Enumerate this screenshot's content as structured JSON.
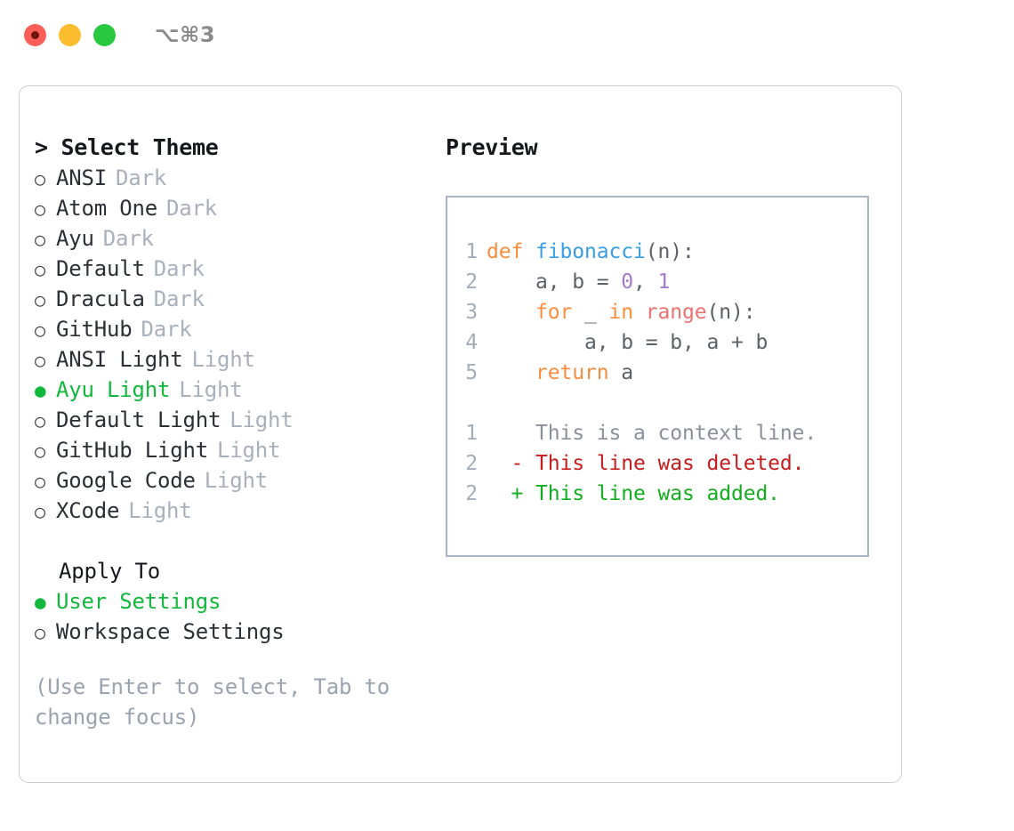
{
  "window": {
    "shortcut": "⌥⌘3",
    "traffic_lights": [
      {
        "name": "close",
        "color": "#fa5f57"
      },
      {
        "name": "minimize",
        "color": "#fbbd2e"
      },
      {
        "name": "maximize",
        "color": "#28c840"
      }
    ]
  },
  "theme_panel": {
    "title": "> Select Theme",
    "selected_bullet": "●",
    "unselected_bullet": "○",
    "accent_color": "#12b83c",
    "items": [
      {
        "label": "ANSI",
        "kind": "Dark",
        "selected": false
      },
      {
        "label": "Atom One",
        "kind": "Dark",
        "selected": false
      },
      {
        "label": "Ayu",
        "kind": "Dark",
        "selected": false
      },
      {
        "label": "Default",
        "kind": "Dark",
        "selected": false
      },
      {
        "label": "Dracula",
        "kind": "Dark",
        "selected": false
      },
      {
        "label": "GitHub",
        "kind": "Dark",
        "selected": false
      },
      {
        "label": "ANSI Light",
        "kind": "Light",
        "selected": false
      },
      {
        "label": "Ayu Light",
        "kind": "Light",
        "selected": true
      },
      {
        "label": "Default Light",
        "kind": "Light",
        "selected": false
      },
      {
        "label": "GitHub Light",
        "kind": "Light",
        "selected": false
      },
      {
        "label": "Google Code",
        "kind": "Light",
        "selected": false
      },
      {
        "label": "XCode",
        "kind": "Light",
        "selected": false
      }
    ]
  },
  "apply_to": {
    "label": "Apply To",
    "options": [
      {
        "label": "User Settings",
        "selected": true
      },
      {
        "label": "Workspace Settings",
        "selected": false
      }
    ]
  },
  "hint": "(Use Enter to select, Tab to change focus)",
  "preview": {
    "title": "Preview",
    "code_lines": [
      {
        "number": "1",
        "tokens": [
          {
            "text": "def ",
            "type": "kw"
          },
          {
            "text": "fibonacci",
            "type": "fn"
          },
          {
            "text": "(n):",
            "type": "plain"
          }
        ]
      },
      {
        "number": "2",
        "tokens": [
          {
            "text": "    a, b = ",
            "type": "plain"
          },
          {
            "text": "0",
            "type": "num"
          },
          {
            "text": ", ",
            "type": "plain"
          },
          {
            "text": "1",
            "type": "num"
          }
        ]
      },
      {
        "number": "3",
        "tokens": [
          {
            "text": "    ",
            "type": "plain"
          },
          {
            "text": "for",
            "type": "kw"
          },
          {
            "text": " _ ",
            "type": "plain"
          },
          {
            "text": "in",
            "type": "kw"
          },
          {
            "text": " ",
            "type": "plain"
          },
          {
            "text": "range",
            "type": "built"
          },
          {
            "text": "(n):",
            "type": "plain"
          }
        ]
      },
      {
        "number": "4",
        "tokens": [
          {
            "text": "        a, b = b, a + b",
            "type": "plain"
          }
        ]
      },
      {
        "number": "5",
        "tokens": [
          {
            "text": "    ",
            "type": "plain"
          },
          {
            "text": "return",
            "type": "kw"
          },
          {
            "text": " a",
            "type": "plain"
          }
        ]
      }
    ],
    "diff_lines": [
      {
        "number": "1",
        "marker": "  ",
        "text": "This is a context line.",
        "type": "ctx"
      },
      {
        "number": "2",
        "marker": "- ",
        "text": "This line was deleted.",
        "type": "del"
      },
      {
        "number": "2",
        "marker": "+ ",
        "text": "This line was added.",
        "type": "add"
      }
    ]
  }
}
